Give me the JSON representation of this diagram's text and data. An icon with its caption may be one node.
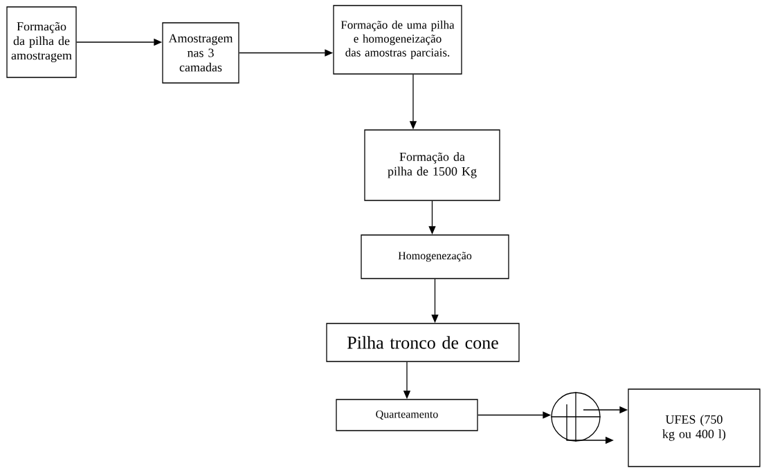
{
  "diagram": {
    "nodes": [
      {
        "text": [
          "Formação da pilha de amostragem"
        ]
      },
      {
        "text": [
          "Amostragem nas 3 camadas"
        ]
      },
      {
        "text": [
          "Formação de uma pilha e homogeneização das amostras parciais."
        ]
      },
      {
        "text": [
          "Formação da pilha de 1500 Kg"
        ]
      },
      {
        "text": [
          "Homogenezação"
        ]
      },
      {
        "text": [
          "Pilha tronco de cone"
        ]
      },
      {
        "text": [
          "Quarteamento"
        ]
      },
      {
        "text": [],
        "shape": "circle"
      },
      {
        "text": [
          "UFES (750 kg ou 400 l)"
        ]
      }
    ],
    "edges": [
      {
        "from": 0,
        "to": 1,
        "arrow": "to"
      },
      {
        "from": 1,
        "to": 2,
        "arrow": "to"
      },
      {
        "from": 2,
        "to": 3,
        "arrow": "to"
      },
      {
        "from": 3,
        "to": 4,
        "arrow": "to"
      },
      {
        "from": 4,
        "to": 5,
        "arrow": "to"
      },
      {
        "from": 5,
        "to": 6,
        "arrow": "to"
      },
      {
        "from": 6,
        "to": 7,
        "arrow": "to"
      },
      {
        "from": 7,
        "to": 8,
        "arrow": "to"
      },
      {
        "from": 7,
        "to": null,
        "arrow": "to"
      }
    ]
  }
}
